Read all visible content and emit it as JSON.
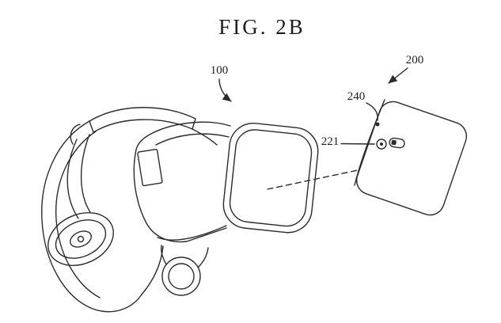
{
  "figure": {
    "title": "FIG. 2B",
    "refs": {
      "r100": "100",
      "r200": "200",
      "r240": "240",
      "r221": "221"
    }
  },
  "colors": {
    "line": "#2b2b2b",
    "background": "#ffffff"
  }
}
